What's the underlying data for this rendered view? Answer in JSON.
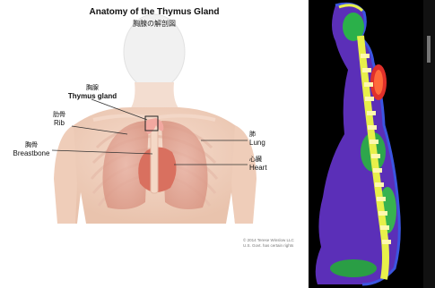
{
  "diagram": {
    "title": "Anatomy of the Thymus Gland",
    "subtitle": "胸腺の解剖図",
    "labels": {
      "thymus": {
        "jp": "胸腺",
        "en": "Thymus gland"
      },
      "rib": {
        "jp": "肋骨",
        "en": "Rib"
      },
      "breastbone": {
        "jp": "胸骨",
        "en": "Breastbone"
      },
      "lung": {
        "jp": "肺",
        "en": "Lung"
      },
      "heart": {
        "jp": "心臓",
        "en": "Heart"
      }
    },
    "copyright": [
      "© 2014 Terese Winslow LLC",
      "U.S. Govt. has certain rights"
    ]
  },
  "scan": {
    "colors": {
      "bone": "#e8f04a",
      "soft": "#2bb04a",
      "tissue": "#6a3cc8",
      "hot": "#e0302a",
      "bg": "#000000"
    }
  }
}
